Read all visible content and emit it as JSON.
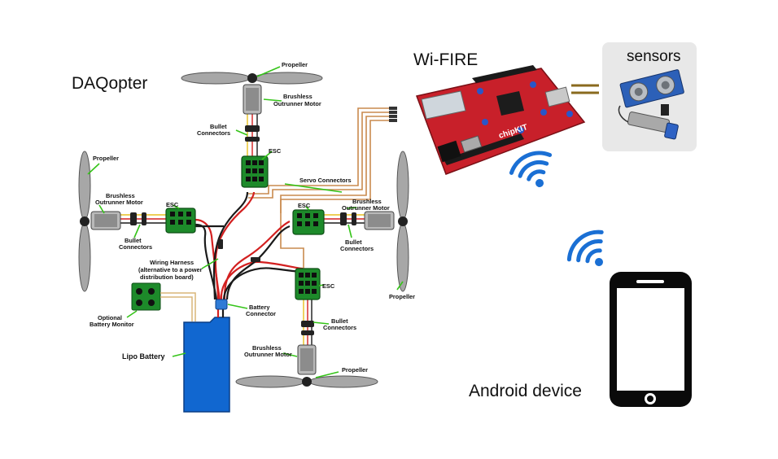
{
  "titles": {
    "daqopter": "DAQopter",
    "wifire": "Wi-FIRE",
    "sensors": "sensors",
    "android": "Android device"
  },
  "labels": {
    "propeller_top": "Propeller",
    "motor_top_1": "Brushless",
    "motor_top_2": "Outrunner Motor",
    "bullet_top_1": "Bullet",
    "bullet_top_2": "Connectors",
    "esc_top": "ESC",
    "propeller_left": "Propeller",
    "motor_left_1": "Brushless",
    "motor_left_2": "Outrunner Motor",
    "esc_left": "ESC",
    "bullet_left_1": "Bullet",
    "bullet_left_2": "Connectors",
    "servo": "Servo Connectors",
    "esc_right": "ESC",
    "motor_right_1": "Brushless",
    "motor_right_2": "Outrunner Motor",
    "bullet_right_1": "Bullet",
    "bullet_right_2": "Connectors",
    "harness_1": "Wiring Harness",
    "harness_2": "(alternative to a power",
    "harness_3": "distribution board)",
    "battery_connector_1": "Battery",
    "battery_connector_2": "Connector",
    "esc_bottom": "ESC",
    "monitor_1": "Optional",
    "monitor_2": "Battery Monitor",
    "lipo": "Lipo Battery",
    "bullet_bottom_1": "Bullet",
    "bullet_bottom_2": "Connectors",
    "motor_bottom_1": "Brushless",
    "motor_bottom_2": "Outrunner Motor",
    "propeller_bottom": "Propeller",
    "propeller_right": "Propeller"
  },
  "board": {
    "logo": "chipKIT"
  },
  "colors": {
    "board_red": "#c8202a",
    "esc_green": "#1d8a2a",
    "battery_blue": "#1167d0",
    "wifi_blue": "#1a6fd4",
    "servo_wire": "#c98a4e",
    "leader_green": "#35c419"
  },
  "icons": [
    "wifi-icon",
    "smartphone-icon",
    "ultrasonic-sensor-icon",
    "proximity-sensor-icon"
  ]
}
